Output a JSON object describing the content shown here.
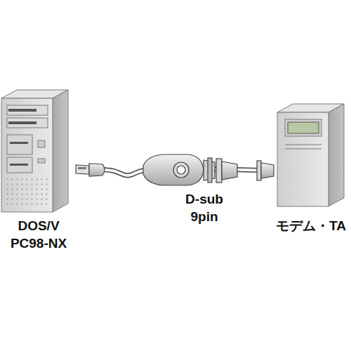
{
  "diagram": {
    "nodes": [
      {
        "text": [
          "DOS/V PC98-NX"
        ]
      },
      {
        "text": [
          "モデム・TA"
        ]
      }
    ],
    "edges": [
      {
        "from": 0,
        "to": 1,
        "arrow": "none"
      }
    ],
    "labels": [
      "D-sub 9pin"
    ]
  }
}
